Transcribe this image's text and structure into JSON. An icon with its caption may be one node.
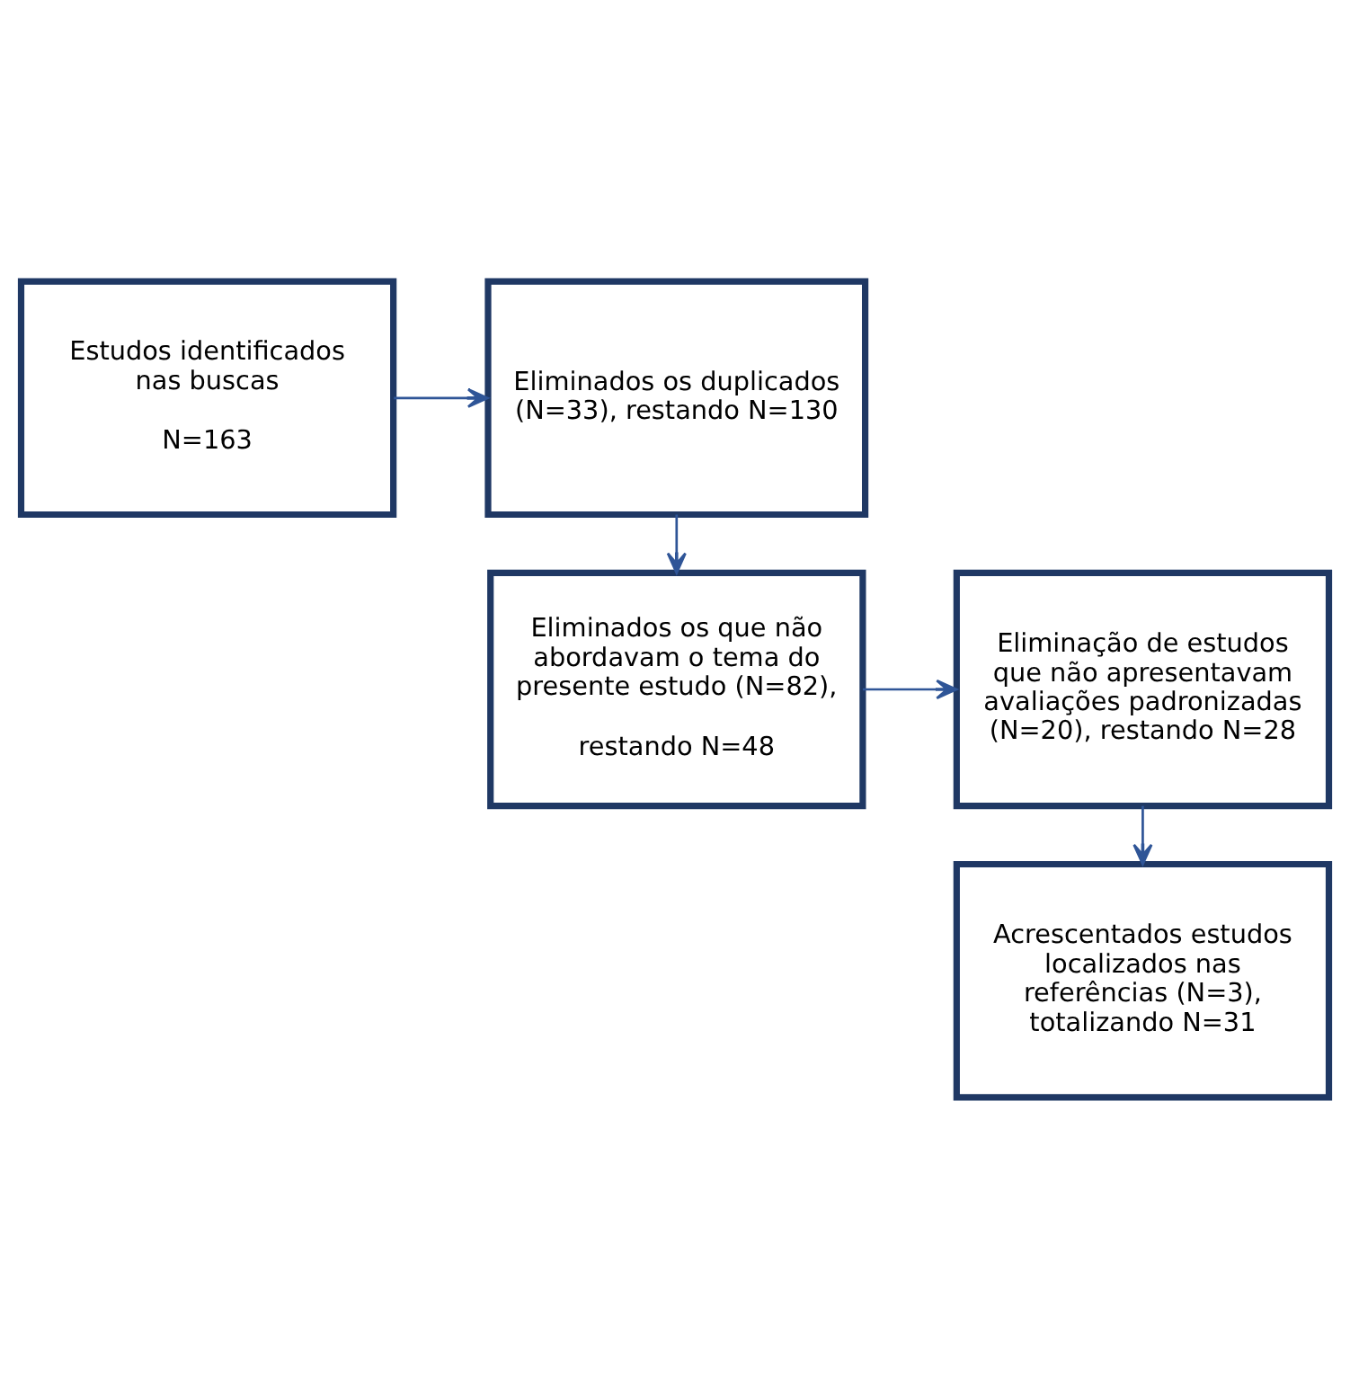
{
  "diagram": {
    "nodes": [
      {
        "text": [
          "Estudos identificados nas buscas",
          "N=163"
        ]
      },
      {
        "text": [
          "Eliminados os duplicados (N=33), restando N=130"
        ]
      },
      {
        "text": [
          "Eliminados os que não abordavam o tema do presente estudo (N=82),",
          "restando N=48"
        ]
      },
      {
        "text": [
          "Eliminação de estudos que não apresentavam avaliações padronizadas (N=20), restando N=28"
        ]
      },
      {
        "text": [
          "Acrescentados estudos localizados nas referências (N=3), totalizando N=31"
        ]
      }
    ],
    "edges": [
      {
        "from": 0,
        "to": 1,
        "arrow": "to"
      },
      {
        "from": 1,
        "to": 2,
        "arrow": "to"
      },
      {
        "from": 2,
        "to": 3,
        "arrow": "to"
      },
      {
        "from": 3,
        "to": 4,
        "arrow": "to"
      }
    ]
  }
}
